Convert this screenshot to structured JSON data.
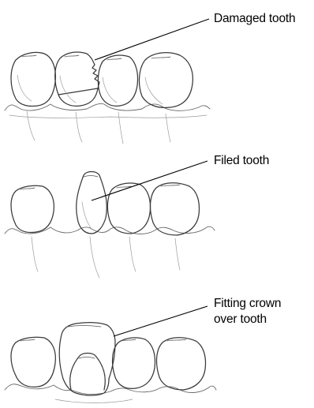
{
  "stages": [
    {
      "label": "Damaged tooth"
    },
    {
      "label": "Filed tooth"
    },
    {
      "label": "Fitting crown\nover tooth"
    }
  ]
}
